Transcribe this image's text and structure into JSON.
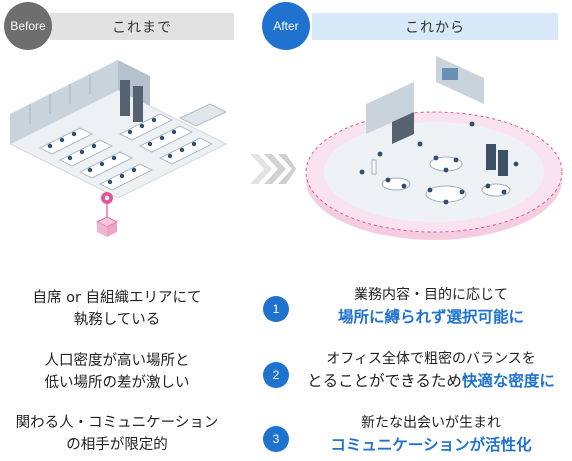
{
  "before": {
    "badge": "Before",
    "header": "これまで",
    "points": [
      {
        "line1": "自席 or 自組織エリアにて",
        "line2": "執務している"
      },
      {
        "line1": "人口密度が高い場所と",
        "line2": "低い場所の差が激しい"
      },
      {
        "line1": "関わる人・コミュニケーション",
        "line2": "の相手が限定的"
      }
    ]
  },
  "after": {
    "badge": "After",
    "header": "これから",
    "points": [
      {
        "num": "1",
        "line1": "業務内容・目的に応じて",
        "line2_plain": "",
        "line2_highlight": "場所に縛られず選択可能に"
      },
      {
        "num": "2",
        "line1": "オフィス全体で粗密のバランスを",
        "line2_plain": "とることができるため",
        "line2_highlight": "快適な密度に"
      },
      {
        "num": "3",
        "line1": "新たな出会いが生まれ",
        "line2_plain": "",
        "line2_highlight": "コミュニケーションが活性化"
      }
    ]
  },
  "colors": {
    "accent": "#1f73cf",
    "before_badge": "#6e6e6e",
    "before_bar": "#e2e2e2",
    "after_bar": "#d8e9f9",
    "pin": "#e0579a"
  }
}
